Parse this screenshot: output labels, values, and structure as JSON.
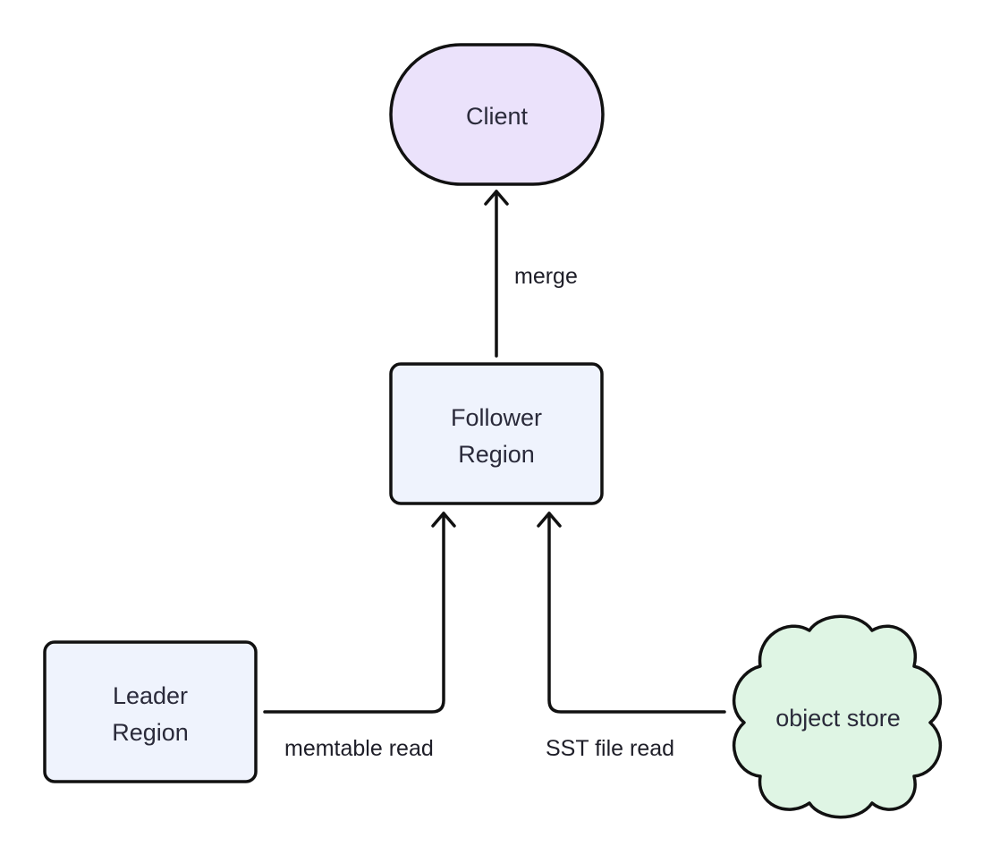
{
  "nodes": {
    "client": {
      "label": "Client",
      "fill": "#ebe2fb"
    },
    "follower": {
      "line1": "Follower",
      "line2": "Region",
      "fill": "#eff3fd"
    },
    "leader": {
      "line1": "Leader",
      "line2": "Region",
      "fill": "#eff3fd"
    },
    "object_store": {
      "label": "object store",
      "fill": "#dff5e4"
    }
  },
  "edges": {
    "merge": {
      "label": "merge"
    },
    "memtable_read": {
      "label": "memtable read"
    },
    "sst_file_read": {
      "label": "SST file read"
    }
  },
  "colors": {
    "stroke": "#111111",
    "text": "#2a2a3a"
  }
}
